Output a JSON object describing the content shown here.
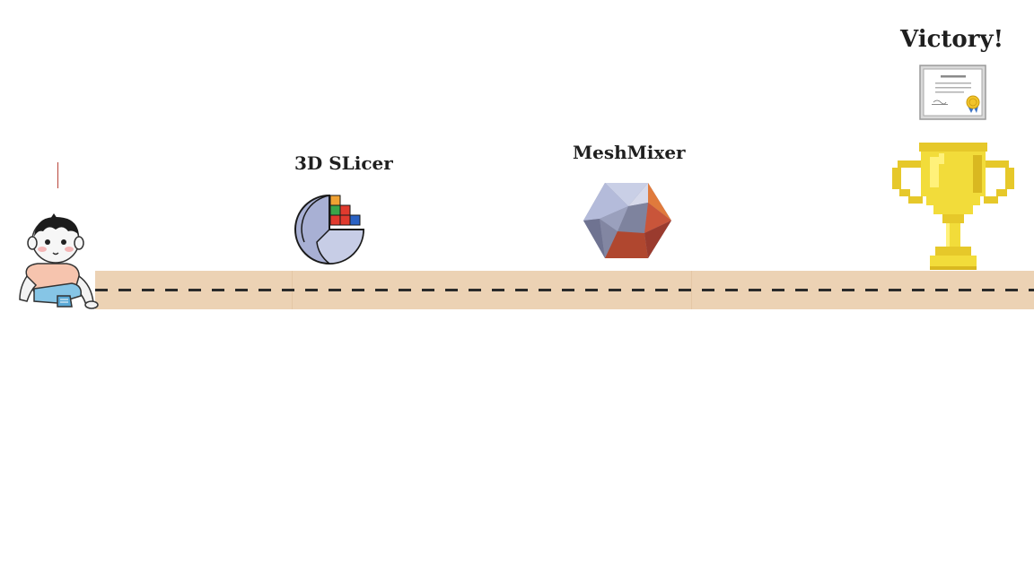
{
  "milestones": {
    "slicer": {
      "label": "3D SLicer"
    },
    "meshmixer": {
      "label": "MeshMixer"
    },
    "goal": {
      "label": "Victory!"
    }
  },
  "icons": {
    "start": "kid-crawling-icon",
    "slicer": "3d-slicer-logo-icon",
    "meshmixer": "meshmixer-logo-icon",
    "certificate": "certificate-icon",
    "trophy": "trophy-icon"
  },
  "colors": {
    "road": "#ecd2b4",
    "road_dash": "#2b2b2b",
    "trophy_gold": "#f2dc3a",
    "trophy_shadow": "#d9b820",
    "slicer_blue": "#a6aed2"
  }
}
